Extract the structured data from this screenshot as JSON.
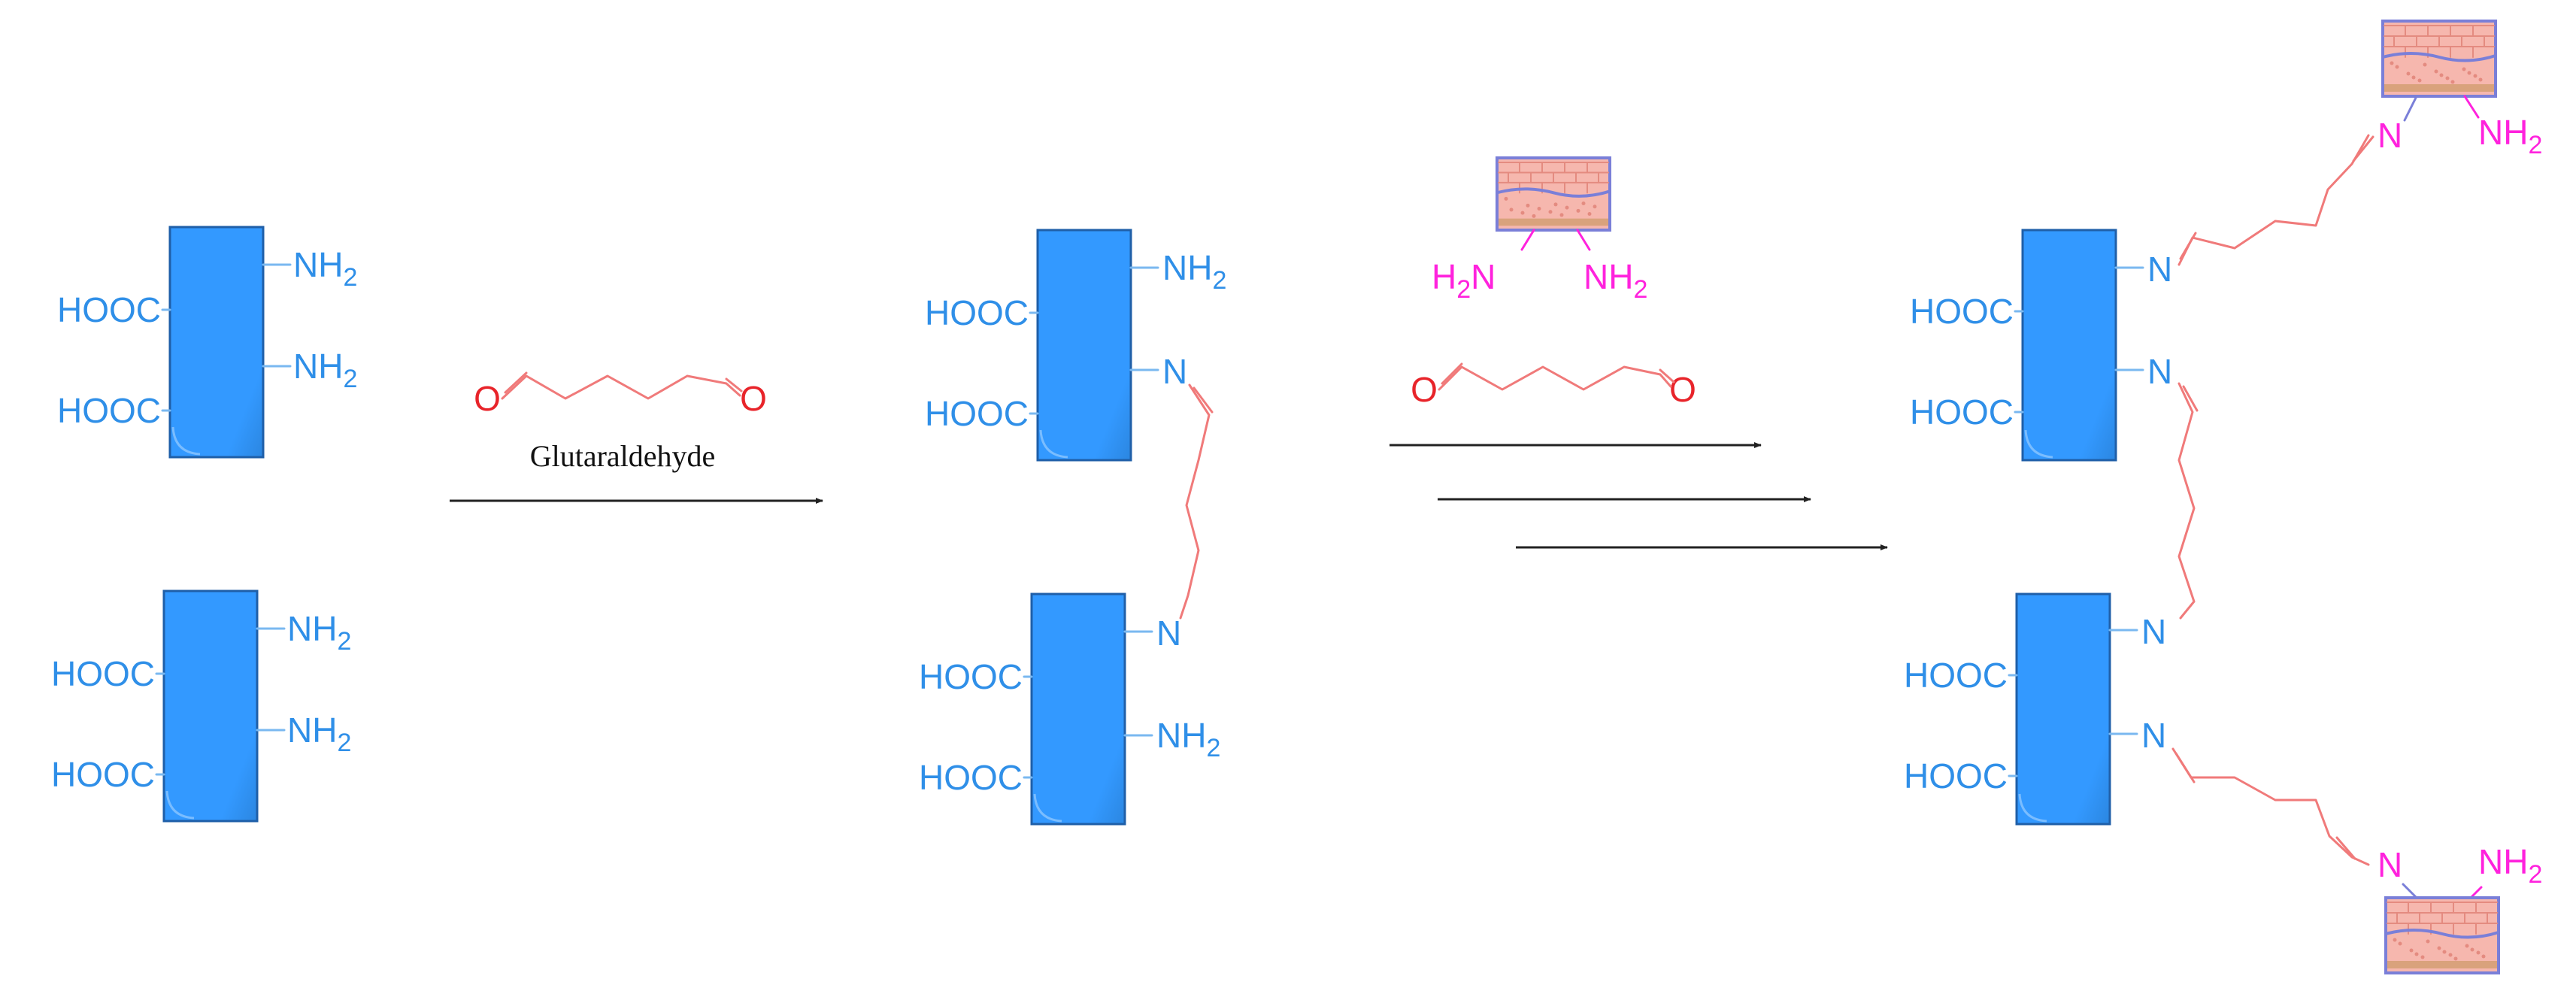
{
  "colors": {
    "substrate": "#3399ff",
    "substrate_edge": "#1f5fa8",
    "bond_blue": "#7ab8f0",
    "label_blue": "#2f8fe8",
    "linker": "#f07a7a",
    "oxygen": "#e8242a",
    "amine_magenta": "#ff22dd",
    "tissue_frame": "#7a7fd8",
    "tissue_pink": "#f6b7ae",
    "tissue_line": "#e48b80",
    "tissue_band": "#d9a27c",
    "arrow": "#222222"
  },
  "labels": {
    "hooc": "HOOC",
    "nh2": "NH",
    "h2n": "H",
    "n": "N",
    "sub2": "2",
    "oxygen": "O",
    "reagent_name": "Glutaraldehyde"
  },
  "icons": {
    "substrate": "substrate-block-icon",
    "tissue": "tissue-layer-icon"
  }
}
